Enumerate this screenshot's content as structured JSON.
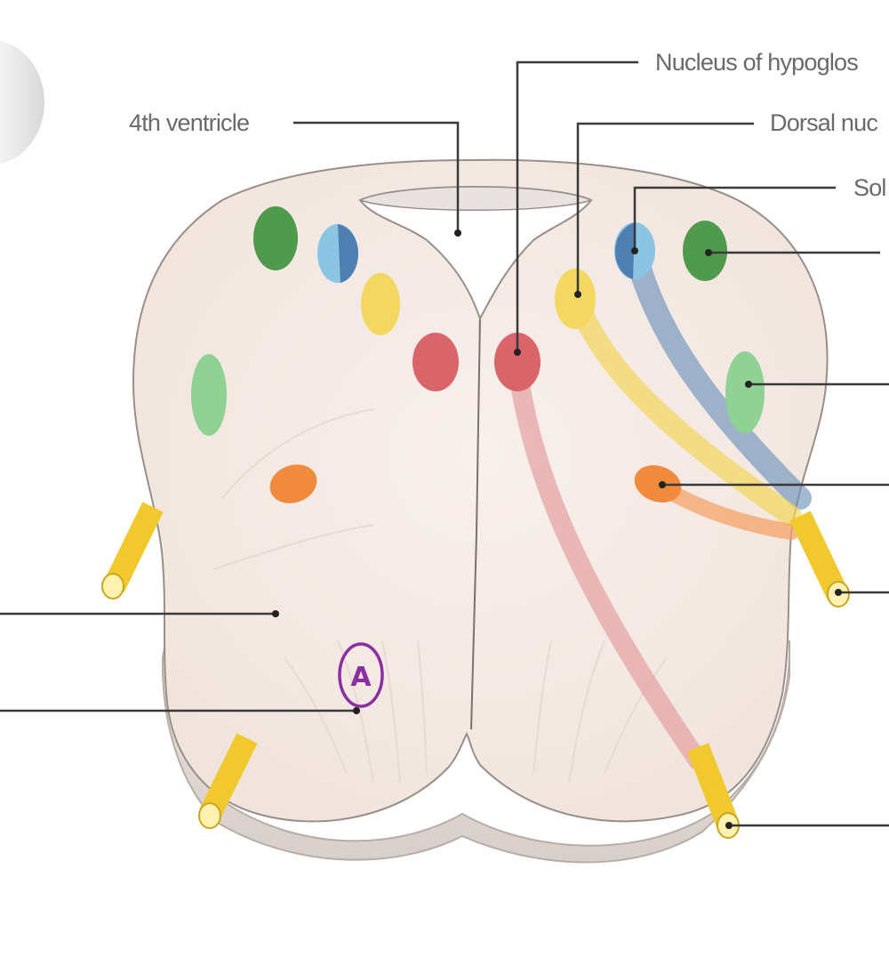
{
  "labels": {
    "fourth_ventricle": "4th ventricle",
    "hypoglossal": "Nucleus of hypoglos",
    "dorsal": "Dorsal nuc",
    "solitary": "Sol"
  },
  "annotation": {
    "letter": "A",
    "color": "#8a2ea0"
  },
  "colors": {
    "tissue": "#f5ebe6",
    "outline": "#9a8e88",
    "nucleus_hypoglossal": "#d9656b",
    "nucleus_dorsal_vagal": "#f2d55a",
    "nucleus_solitary": "#6f9bc8",
    "nucleus_vestibular": "#4f9a4c",
    "nucleus_ambiguus": "#8fd293",
    "nucleus_olive_orange": "#f08a3c",
    "nerve": "#f1c92e",
    "leader": "#333333"
  }
}
